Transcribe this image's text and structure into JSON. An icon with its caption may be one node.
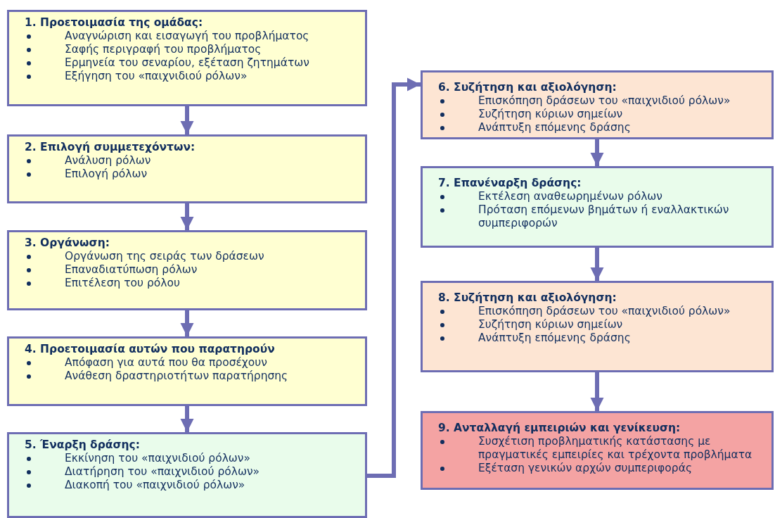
{
  "diagram": {
    "nodes": [
      {
        "text": [
          "1. Προετοιμασία της ομάδας:",
          "Αναγνώριση και εισαγωγή του προβλήματος",
          "Σαφής περιγραφή του προβλήματος",
          "Ερμηνεία του σεναρίου, εξέταση ζητημάτων",
          "Εξήγηση του «παιχνιδιού ρόλων»"
        ]
      },
      {
        "text": [
          "2. Επιλογή  συμμετεχόντων:",
          "Ανάλυση ρόλων",
          "Επιλογή ρόλων"
        ]
      },
      {
        "text": [
          "3. Οργάνωση:",
          "Οργάνωση της σειράς των δράσεων",
          "Επαναδιατύπωση ρόλων",
          "Επιτέλεση του ρόλου"
        ]
      },
      {
        "text": [
          "4. Προετοιμασία αυτών που παρατηρούν",
          "Απόφαση για αυτά που θα προσέχουν",
          "Ανάθεση δραστηριοτήτων παρατήρησης"
        ]
      },
      {
        "text": [
          "5. Έναρξη δράσης:",
          "Εκκίνηση του «παιχνιδιού ρόλων»",
          "Διατήρηση του «παιχνιδιού ρόλων»",
          "Διακοπή του «παιχνιδιού ρόλων»"
        ]
      },
      {
        "text": [
          "6. Συζήτηση και αξιολόγηση:",
          "Επισκόπηση δράσεων του «παιχνιδιού ρόλων»",
          "Συζήτηση κύριων σημείων",
          "Ανάπτυξη επόμενης δράσης"
        ]
      },
      {
        "text": [
          "7. Επανέναρξη δράσης:",
          "Εκτέλεση αναθεωρημένων ρόλων",
          "Πρόταση επόμενων βημάτων ή εναλλακτικών συμπεριφορών"
        ]
      },
      {
        "text": [
          "8. Συζήτηση και αξιολόγηση:",
          "Επισκόπηση δράσεων του «παιχνιδιού ρόλων»",
          "Συζήτηση κύριων σημείων",
          "Ανάπτυξη επόμενης δράσης"
        ]
      },
      {
        "text": [
          "9. Ανταλλαγή εμπειριών και γενίκευση:",
          "Συσχέτιση προβληματικής κατάστασης με πραγματικές εμπειρίες και τρέχοντα προβλήματα",
          "Εξέταση γενικών αρχών συμπεριφοράς"
        ]
      }
    ],
    "edges": [
      {
        "from": 0,
        "to": 1,
        "arrow": "to"
      },
      {
        "from": 1,
        "to": 2,
        "arrow": "to"
      },
      {
        "from": 2,
        "to": 3,
        "arrow": "to"
      },
      {
        "from": 3,
        "to": 4,
        "arrow": "to"
      },
      {
        "from": 4,
        "to": 5,
        "arrow": "to"
      },
      {
        "from": 5,
        "to": 6,
        "arrow": "to"
      },
      {
        "from": 6,
        "to": 7,
        "arrow": "to"
      },
      {
        "from": 7,
        "to": 8,
        "arrow": "to"
      }
    ]
  }
}
